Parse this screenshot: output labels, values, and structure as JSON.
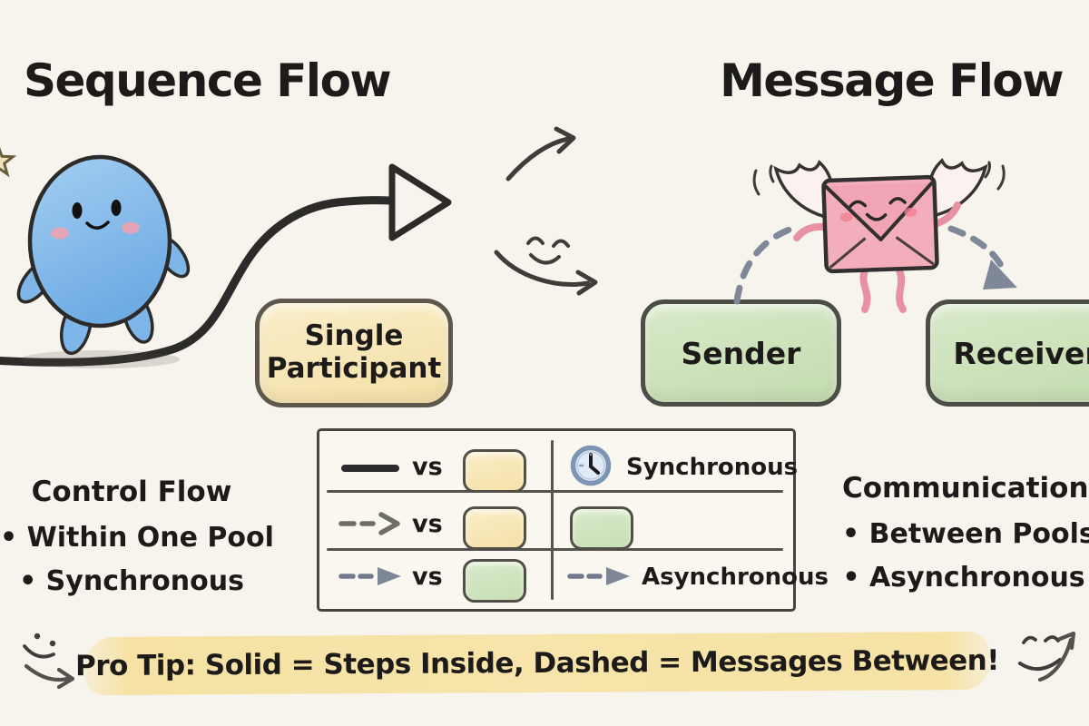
{
  "titles": {
    "sequence": "Sequence Flow",
    "message": "Message Flow"
  },
  "nodes": {
    "participant": {
      "label": "Single Participant"
    },
    "sender": {
      "label": "Sender"
    },
    "receiver": {
      "label": "Receiver"
    }
  },
  "left_panel": {
    "heading": "Control Flow",
    "items": [
      "• Within One Pool",
      "• Synchronous"
    ]
  },
  "right_panel": {
    "heading": "Communication",
    "items": [
      "• Between Pools",
      "• Asynchronous"
    ]
  },
  "comparison_table": {
    "rows": [
      {
        "vs": "vs",
        "right_label": "Synchronous"
      },
      {
        "vs": "vs",
        "right_label": ""
      },
      {
        "vs": "vs",
        "right_label": "Asynchronous"
      }
    ],
    "icons": [
      "solid-line",
      "yellow-task-box",
      "clock-icon",
      "dashed-open-arrow",
      "green-pool-box",
      "dashed-solid-arrow"
    ]
  },
  "protip": {
    "text": "Pro Tip: Solid = Steps Inside, Dashed = Messages Between!"
  },
  "colors": {
    "background": "#F7F4ED",
    "ink": "#1C1B19",
    "yellow_box": "#F8E7B4",
    "green_box": "#CFE3BD",
    "blue_character": "#85BCEC",
    "pink_envelope": "#F3AEBB",
    "dashed_arrow": "#7E8899",
    "highlight": "#F6E3A6",
    "clock_blue": "#7E94B5"
  }
}
